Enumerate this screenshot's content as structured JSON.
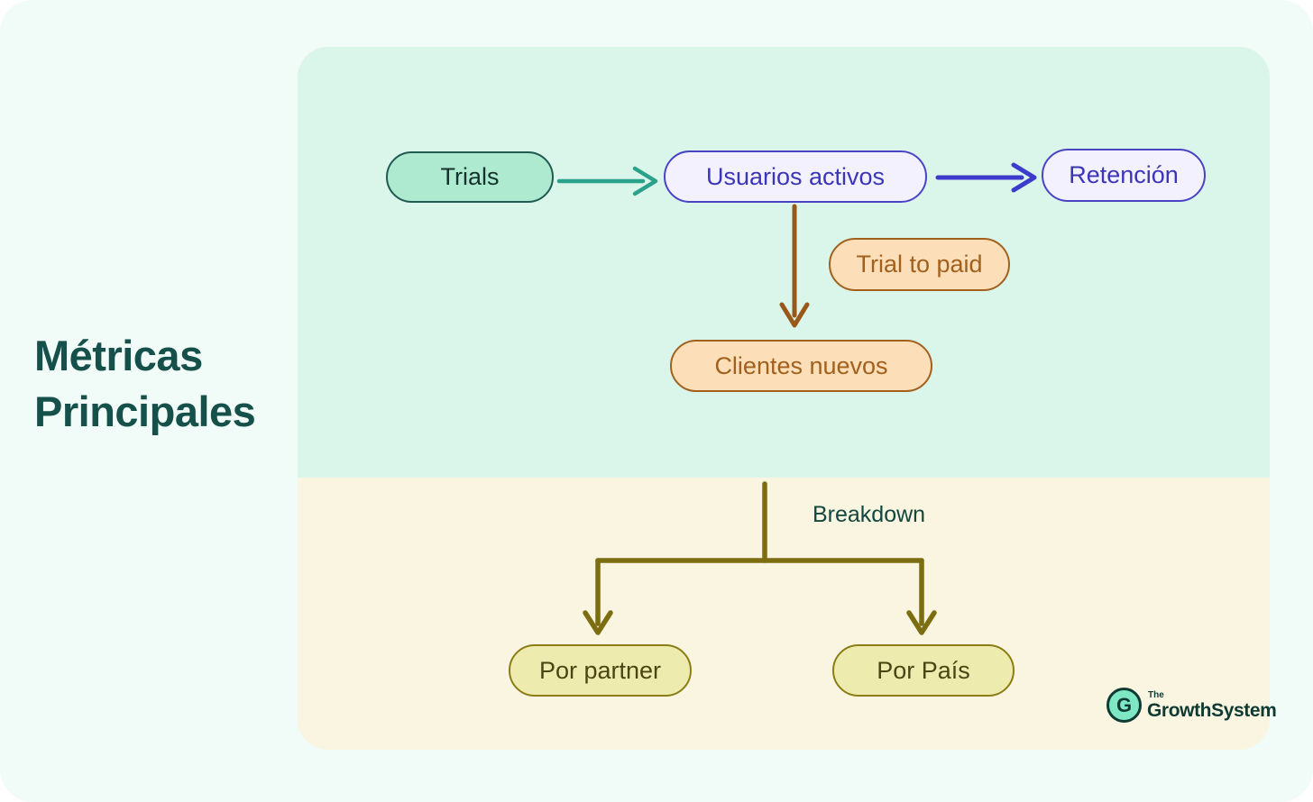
{
  "title": {
    "line1": "Métricas",
    "line2": "Principales"
  },
  "flowchart": {
    "nodes": {
      "trials": {
        "label": "Trials"
      },
      "usuarios_activos": {
        "label": "Usuarios activos"
      },
      "retencion": {
        "label": "Retención"
      },
      "trial_to_paid": {
        "label": "Trial to paid"
      },
      "clientes_nuevos": {
        "label": "Clientes nuevos"
      },
      "por_partner": {
        "label": "Por partner"
      },
      "por_pais": {
        "label": "Por País"
      }
    },
    "breakdown_label": "Breakdown",
    "edges": [
      {
        "from": "trials",
        "to": "usuarios_activos",
        "color": "#2aa18b"
      },
      {
        "from": "usuarios_activos",
        "to": "retencion",
        "color": "#3c3bcb"
      },
      {
        "from": "usuarios_activos",
        "to": "clientes_nuevos",
        "via_label": "Trial to paid",
        "color": "#995818"
      },
      {
        "from": "clientes_nuevos",
        "to": "por_partner",
        "branch_label": "Breakdown",
        "color": "#7b6d10"
      },
      {
        "from": "clientes_nuevos",
        "to": "por_pais",
        "branch_label": "Breakdown",
        "color": "#7b6d10"
      }
    ]
  },
  "logo": {
    "monogram": "G",
    "prefix": "The",
    "name": "GrowthSystem"
  },
  "colors": {
    "page_bg": "#f1fbf7",
    "panel_top_bg": "#daf5ea",
    "panel_bottom_bg": "#f9f5e0",
    "title_text": "#15514a",
    "mint_node_bg": "#aeead0",
    "mint_node_border": "#215a50",
    "lavender_node_bg": "#f3f1fe",
    "lavender_node_border": "#4a44c4",
    "lavender_node_text": "#3b35b8",
    "peach_node_bg": "#fcdfb8",
    "peach_node_border": "#a2601d",
    "yellow_node_bg": "#eeebaf",
    "yellow_node_border": "#8b7d15",
    "arrow_teal": "#2aa18b",
    "arrow_indigo": "#3c3bcb",
    "arrow_brown": "#995818",
    "arrow_olive": "#7b6d10",
    "breakdown_text": "#12463f",
    "logo_green": "#0f3a33",
    "logo_mint": "#7de8c3"
  }
}
